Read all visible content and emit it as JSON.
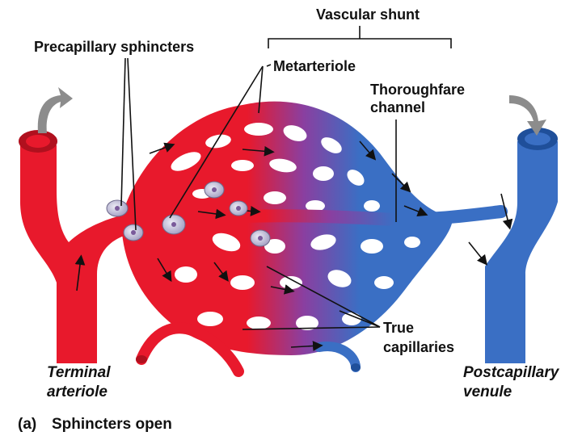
{
  "figure": {
    "labels": {
      "vascular_shunt": "Vascular shunt",
      "precapillary_sphincters": "Precapillary sphincters",
      "metarteriole": "Metarteriole",
      "thoroughfare_line1": "Thoroughfare",
      "thoroughfare_line2": "channel",
      "true_line1": "True",
      "true_line2": "capillaries",
      "terminal_line1": "Terminal",
      "terminal_line2": "arteriole",
      "postcap_line1": "Postcapillary",
      "postcap_line2": "venule"
    },
    "caption": {
      "letter": "(a)",
      "text": "Sphincters open"
    },
    "colors": {
      "artery": "#e8192c",
      "artery_dark": "#b0101e",
      "vein": "#3a6fc4",
      "vein_dark": "#1f4f9a",
      "sphincter": "#c9c6dc",
      "arrow_gray": "#8c8c8c"
    }
  }
}
